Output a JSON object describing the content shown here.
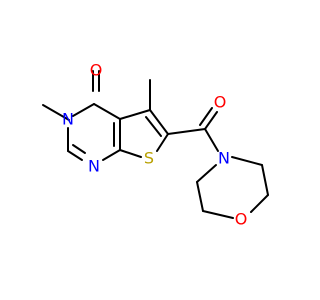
{
  "molecule": {
    "colors": {
      "bond": "#000000",
      "nitrogen": "#0000ff",
      "oxygen": "#ff0000",
      "sulfur": "#b8a000"
    },
    "atoms": {
      "o_carbonyl_left": {
        "symbol": "O",
        "element": "oxygen"
      },
      "n_ring_methyl": {
        "symbol": "N",
        "element": "nitrogen"
      },
      "n_ring_lower": {
        "symbol": "N",
        "element": "nitrogen"
      },
      "s_thiophene": {
        "symbol": "S",
        "element": "sulfur"
      },
      "o_carbonyl_right": {
        "symbol": "O",
        "element": "oxygen"
      },
      "n_morpholine": {
        "symbol": "N",
        "element": "nitrogen"
      },
      "o_morpholine": {
        "symbol": "O",
        "element": "oxygen"
      }
    }
  }
}
